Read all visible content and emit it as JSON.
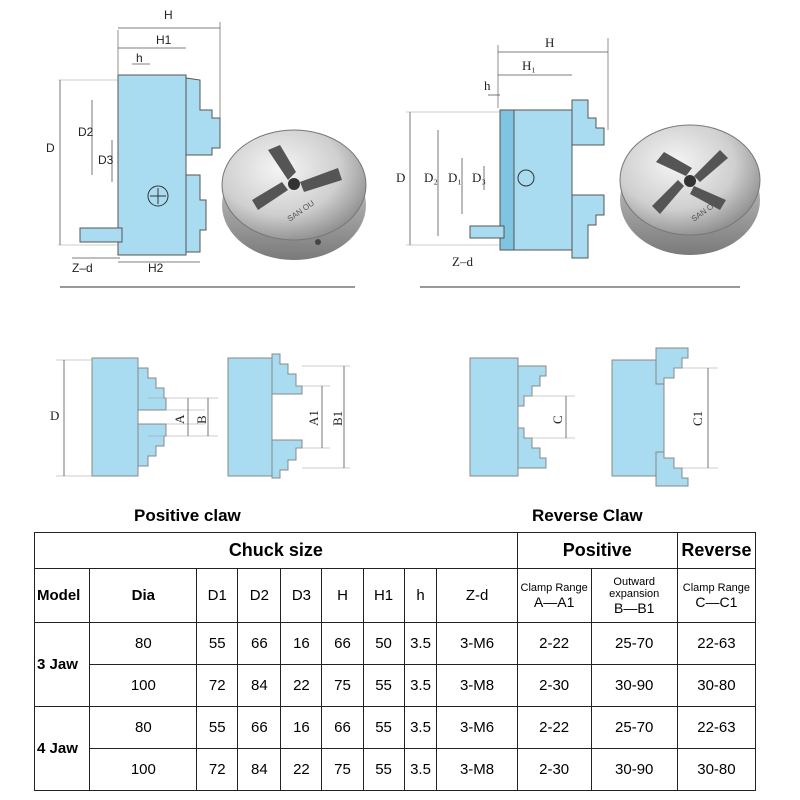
{
  "diagrams": {
    "top_left": {
      "dims": {
        "H": "H",
        "H1": "H1",
        "h": "h",
        "D": "D",
        "D2": "D2",
        "D3": "D3",
        "Zd": "Z–d",
        "H2": "H2"
      }
    },
    "top_right": {
      "dims": {
        "H": "H",
        "H1": "H₁",
        "h": "h",
        "D": "D",
        "D2": "D₂",
        "D1": "D₁",
        "D3": "D₃",
        "Zd": "Z–d"
      }
    },
    "positive": {
      "caption": "Positive claw",
      "dims": {
        "D": "D",
        "A": "A",
        "B": "B",
        "A1": "A1",
        "B1": "B1"
      }
    },
    "reverse": {
      "caption": "Reverse Claw",
      "dims": {
        "C": "C",
        "C1": "C1"
      }
    },
    "brand_text": "SAN OU"
  },
  "table": {
    "group_headers": {
      "chuck_size": "Chuck size",
      "positive": "Positive",
      "reverse": "Reverse"
    },
    "columns": {
      "model": "Model",
      "dia": "Dia",
      "d1": "D1",
      "d2": "D2",
      "d3": "D3",
      "h_cap": "H",
      "h1": "H1",
      "h_small": "h",
      "zd": "Z-d",
      "clamp_label": "Clamp Range",
      "clamp_range": "A—A1",
      "outward_label": "Outward expansion",
      "outward_range": "B—B1",
      "rev_label": "Clamp Range",
      "rev_range": "C—C1"
    },
    "groups": [
      {
        "model": "3 Jaw",
        "rows": [
          {
            "dia": "80",
            "d1": "55",
            "d2": "66",
            "d3": "16",
            "h": "66",
            "h1": "50",
            "hs": "3.5",
            "zd": "3-M6",
            "a": "2-22",
            "b": "25-70",
            "c": "22-63"
          },
          {
            "dia": "100",
            "d1": "72",
            "d2": "84",
            "d3": "22",
            "h": "75",
            "h1": "55",
            "hs": "3.5",
            "zd": "3-M8",
            "a": "2-30",
            "b": "30-90",
            "c": "30-80"
          }
        ]
      },
      {
        "model": "4 Jaw",
        "rows": [
          {
            "dia": "80",
            "d1": "55",
            "d2": "66",
            "d3": "16",
            "h": "66",
            "h1": "55",
            "hs": "3.5",
            "zd": "3-M6",
            "a": "2-22",
            "b": "25-70",
            "c": "22-63"
          },
          {
            "dia": "100",
            "d1": "72",
            "d2": "84",
            "d3": "22",
            "h": "75",
            "h1": "55",
            "hs": "3.5",
            "zd": "3-M8",
            "a": "2-30",
            "b": "30-90",
            "c": "30-80"
          }
        ]
      }
    ]
  },
  "colors": {
    "blue": "#a9dcf0",
    "blue_dark": "#7fc4e0",
    "line": "#333333",
    "metal_light": "#e6e6e6",
    "metal_dark": "#8d8d8d"
  }
}
